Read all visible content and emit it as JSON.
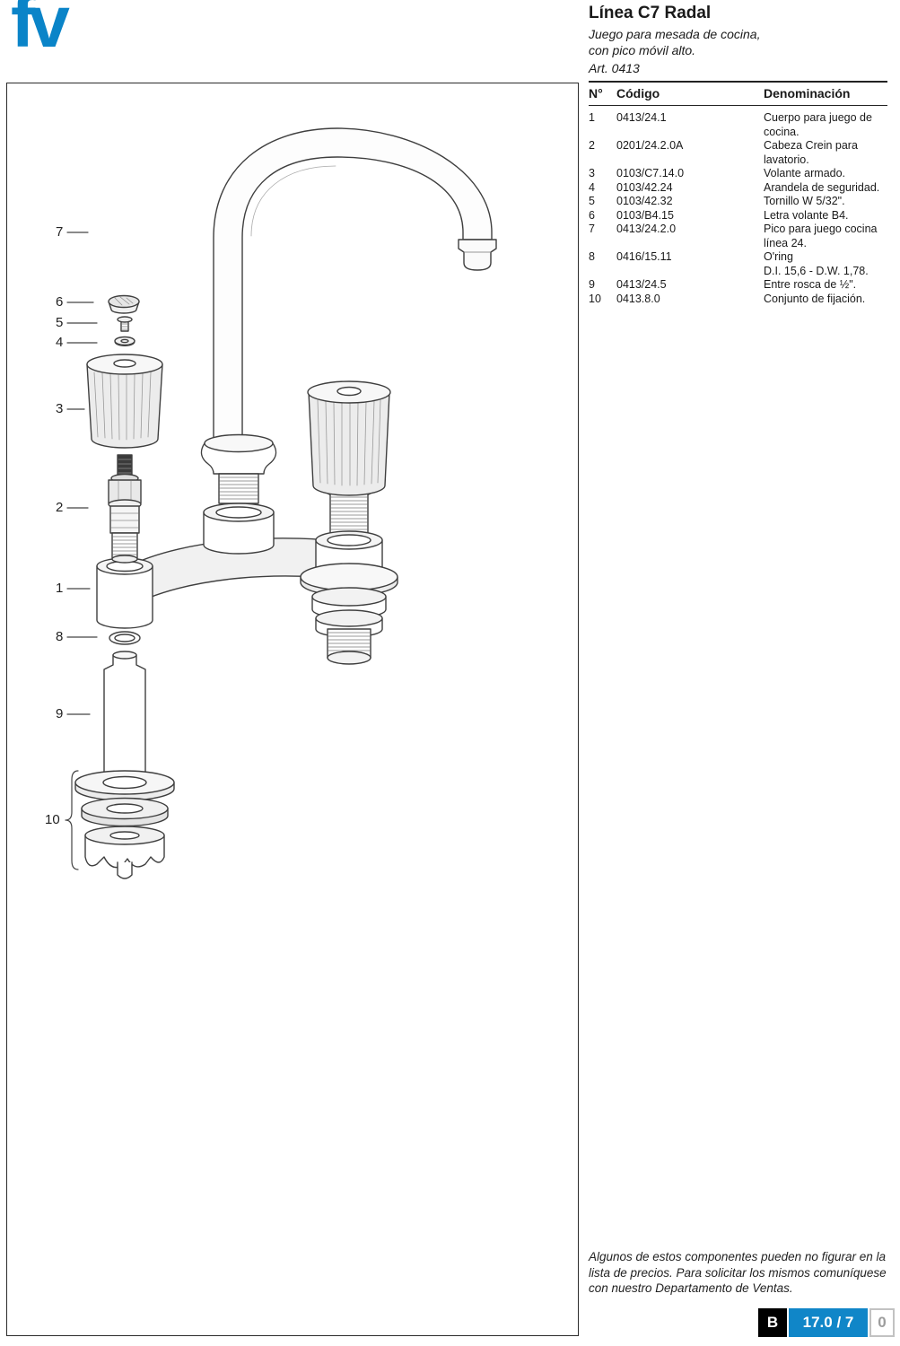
{
  "colors": {
    "brand_blue": "#0a84c8",
    "badge_blue": "#1086c8"
  },
  "header": {
    "logo_text": "fv",
    "title": "Línea C7 Radal",
    "subtitle_line1": "Juego para mesada de cocina,",
    "subtitle_line2": "con pico móvil alto.",
    "art": "Art. 0413"
  },
  "parts_table": {
    "columns": [
      "N°",
      "Código",
      "Denominación"
    ],
    "rows": [
      {
        "n": "1",
        "codigo": "0413/24.1",
        "denominacion": "Cuerpo para juego de\ncocina."
      },
      {
        "n": "2",
        "codigo": "0201/24.2.0A",
        "denominacion": "Cabeza Crein para\nlavatorio."
      },
      {
        "n": "3",
        "codigo": "0103/C7.14.0",
        "denominacion": "Volante armado."
      },
      {
        "n": "4",
        "codigo": "0103/42.24",
        "denominacion": "Arandela de seguridad."
      },
      {
        "n": "5",
        "codigo": "0103/42.32",
        "denominacion": "Tornillo W 5/32\"."
      },
      {
        "n": "6",
        "codigo": "0103/B4.15",
        "denominacion": "Letra volante B4."
      },
      {
        "n": "7",
        "codigo": "0413/24.2.0",
        "denominacion": "Pico para juego cocina\nlínea 24."
      },
      {
        "n": "8",
        "codigo": "0416/15.11",
        "denominacion": "O'ring\nD.I. 15,6 - D.W. 1,78."
      },
      {
        "n": "9",
        "codigo": "0413/24.5",
        "denominacion": "Entre rosca de ½\"."
      },
      {
        "n": "10",
        "codigo": "0413.8.0",
        "denominacion": "Conjunto de fijación."
      }
    ]
  },
  "diagram": {
    "labels": [
      "7",
      "6",
      "5",
      "4",
      "3",
      "2",
      "1",
      "8",
      "9",
      "10"
    ]
  },
  "footer": {
    "note": "Algunos de estos componentes pueden no figurar en la\nlista de precios. Para solicitar los mismos comuníquese\ncon nuestro Departamento de Ventas.",
    "badge_letter": "B",
    "badge_code": "17.0 / 7",
    "badge_extra": "0"
  }
}
